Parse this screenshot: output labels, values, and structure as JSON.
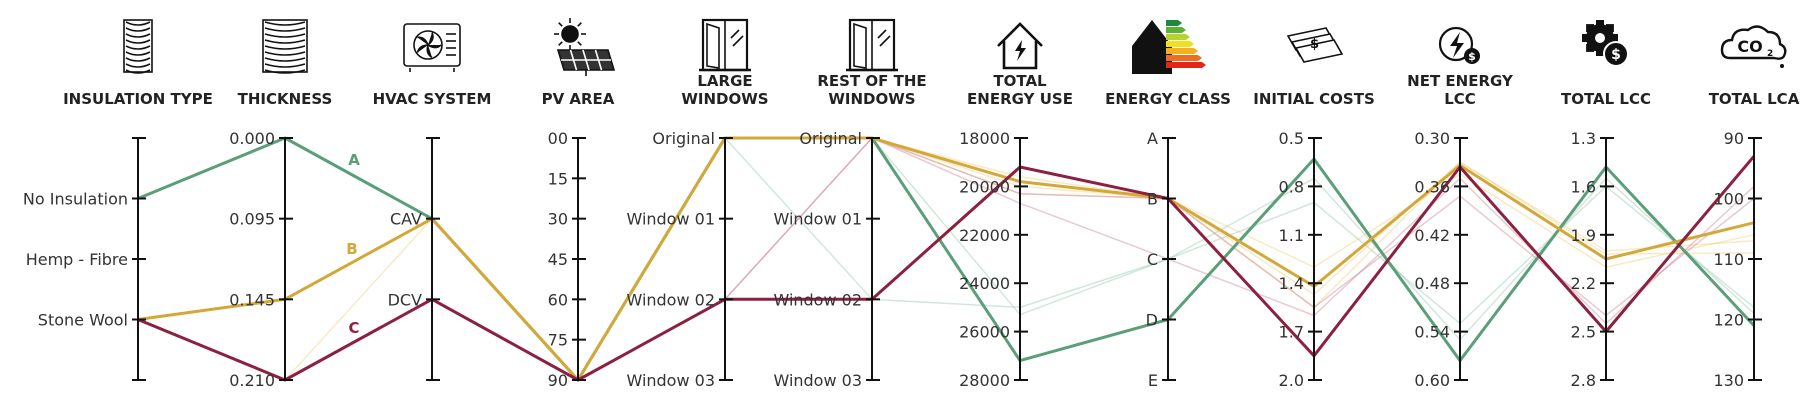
{
  "chart_data": {
    "type": "parallel-coordinates",
    "axes": [
      {
        "key": "insulation",
        "title": [
          "INSULATION TYPE"
        ],
        "icon": "insulation-type-icon",
        "kind": "categorical",
        "ticks": [
          "",
          "No Insulation",
          "Hemp - Fibre",
          "Stone Wool",
          ""
        ],
        "label_side": "left"
      },
      {
        "key": "thickness",
        "title": [
          "THICKNESS"
        ],
        "icon": "insulation-thickness-icon",
        "kind": "numeric-custom",
        "ticks": [
          "0.000",
          "0.095",
          "0.145",
          "0.210"
        ],
        "tick_values": [
          0.0,
          0.095,
          0.145,
          0.21
        ],
        "label_side": "left"
      },
      {
        "key": "hvac",
        "title": [
          "HVAC SYSTEM"
        ],
        "icon": "hvac-unit-icon",
        "kind": "categorical",
        "ticks": [
          "",
          "CAV",
          "DCV",
          ""
        ],
        "label_side": "left"
      },
      {
        "key": "pv",
        "title": [
          "PV AREA"
        ],
        "icon": "solar-panel-icon",
        "kind": "numeric",
        "ticks": [
          "00",
          "15",
          "30",
          "45",
          "60",
          "75",
          "90"
        ],
        "range": [
          0,
          90
        ],
        "label_side": "left"
      },
      {
        "key": "large_windows",
        "title": [
          "LARGE",
          "WINDOWS"
        ],
        "icon": "window-icon",
        "kind": "categorical",
        "ticks": [
          "Original",
          "Window 01",
          "Window 02",
          "Window 03"
        ],
        "label_side": "left"
      },
      {
        "key": "rest_windows",
        "title": [
          "REST OF THE",
          "WINDOWS"
        ],
        "icon": "window-icon",
        "kind": "categorical",
        "ticks": [
          "Original",
          "Window 01",
          "Window 02",
          "Window 03"
        ],
        "label_side": "left"
      },
      {
        "key": "energy_use",
        "title": [
          "TOTAL",
          "ENERGY USE"
        ],
        "icon": "house-energy-icon",
        "kind": "numeric",
        "ticks": [
          "18000",
          "20000",
          "22000",
          "24000",
          "26000",
          "28000"
        ],
        "range": [
          18000,
          28000
        ],
        "label_side": "left"
      },
      {
        "key": "energy_class",
        "title": [
          "ENERGY CLASS"
        ],
        "icon": "energy-label-icon",
        "kind": "categorical",
        "ticks": [
          "A",
          "B",
          "C",
          "D",
          "E"
        ],
        "label_side": "left"
      },
      {
        "key": "initial_costs",
        "title": [
          "INITIAL COSTS"
        ],
        "icon": "money-stack-icon",
        "kind": "numeric",
        "ticks": [
          "0.5",
          "0.8",
          "1.1",
          "1.4",
          "1.7",
          "2.0"
        ],
        "range": [
          0.5,
          2.0
        ],
        "label_side": "left"
      },
      {
        "key": "net_energy_lcc",
        "title": [
          "NET ENERGY",
          "LCC"
        ],
        "icon": "energy-cost-icon",
        "kind": "numeric",
        "ticks": [
          "0.30",
          "0.36",
          "0.42",
          "0.48",
          "0.54",
          "0.60"
        ],
        "range": [
          0.3,
          0.6
        ],
        "label_side": "left"
      },
      {
        "key": "total_lcc",
        "title": [
          "TOTAL LCC"
        ],
        "icon": "gear-money-icon",
        "kind": "numeric",
        "ticks": [
          "1.3",
          "1.6",
          "1.9",
          "2.2",
          "2.5",
          "2.8"
        ],
        "range": [
          1.3,
          2.8
        ],
        "label_side": "left"
      },
      {
        "key": "total_lca",
        "title": [
          "TOTAL LCA"
        ],
        "icon": "co2-cloud-icon",
        "kind": "numeric",
        "ticks": [
          "90",
          "100",
          "110",
          "120",
          "130"
        ],
        "range": [
          90,
          130
        ],
        "label_side": "left"
      }
    ],
    "series": [
      {
        "name": "A",
        "color": "#5a9e7a",
        "width": 3,
        "opacity": 1,
        "values": {
          "insulation": 1,
          "thickness": 0.0,
          "hvac": 1,
          "pv": 90,
          "large_windows": 0,
          "rest_windows": 0,
          "energy_use": 27200,
          "energy_class": 3,
          "initial_costs": 0.63,
          "net_energy_lcc": 0.576,
          "total_lcc": 1.48,
          "total_lca": 121
        }
      },
      {
        "name": "B",
        "color": "#d4a838",
        "width": 3,
        "opacity": 1,
        "values": {
          "insulation": 3,
          "thickness": 0.145,
          "hvac": 1,
          "pv": 90,
          "large_windows": 0,
          "rest_windows": 0,
          "energy_use": 19800,
          "energy_class": 1,
          "initial_costs": 1.42,
          "net_energy_lcc": 0.334,
          "total_lcc": 2.05,
          "total_lca": 104
        }
      },
      {
        "name": "C",
        "color": "#8c2040",
        "width": 3,
        "opacity": 1,
        "values": {
          "insulation": 3,
          "thickness": 0.21,
          "hvac": 2,
          "pv": 90,
          "large_windows": 2,
          "rest_windows": 2,
          "energy_use": 19200,
          "energy_class": 1,
          "initial_costs": 1.85,
          "net_energy_lcc": 0.336,
          "total_lcc": 2.5,
          "total_lca": 93
        }
      },
      {
        "name": "",
        "color": "#e8c25a",
        "width": 1.5,
        "opacity": 0.35,
        "values": {
          "insulation": 3,
          "thickness": 0.21,
          "hvac": 1,
          "pv": 90,
          "large_windows": 0,
          "rest_windows": 0,
          "energy_use": 20300,
          "energy_class": 1,
          "initial_costs": 1.55,
          "net_energy_lcc": 0.33,
          "total_lcc": 2.0,
          "total_lca": 107
        }
      },
      {
        "name": "",
        "color": "#e8c25a",
        "width": 1.5,
        "opacity": 0.35,
        "values": {
          "insulation": 3,
          "thickness": 0.145,
          "hvac": 1,
          "pv": 90,
          "large_windows": 0,
          "rest_windows": 0,
          "energy_use": 20000,
          "energy_class": 1,
          "initial_costs": 1.3,
          "net_energy_lcc": 0.345,
          "total_lcc": 2.1,
          "total_lca": 106
        }
      },
      {
        "name": "",
        "color": "#e8c25a",
        "width": 1.5,
        "opacity": 0.35,
        "values": {
          "insulation": 3,
          "thickness": 0.145,
          "hvac": 1,
          "pv": 90,
          "large_windows": 0,
          "rest_windows": 0,
          "energy_use": 19600,
          "energy_class": 1,
          "initial_costs": 1.47,
          "net_energy_lcc": 0.33,
          "total_lcc": 2.02,
          "total_lca": 109
        }
      },
      {
        "name": "",
        "color": "#c77a90",
        "width": 1.5,
        "opacity": 0.4,
        "values": {
          "insulation": 3,
          "thickness": 0.21,
          "hvac": 2,
          "pv": 90,
          "large_windows": 2,
          "rest_windows": 0,
          "energy_use": 20300,
          "energy_class": 1,
          "initial_costs": 1.55,
          "net_energy_lcc": 0.372,
          "total_lcc": 2.4,
          "total_lca": 100
        }
      },
      {
        "name": "",
        "color": "#c77a90",
        "width": 1.5,
        "opacity": 0.4,
        "values": {
          "insulation": 3,
          "thickness": 0.21,
          "hvac": 2,
          "pv": 90,
          "large_windows": 2,
          "rest_windows": 0,
          "energy_use": 20700,
          "energy_class": 2,
          "initial_costs": 1.6,
          "net_energy_lcc": 0.35,
          "total_lcc": 2.45,
          "total_lca": 98
        }
      },
      {
        "name": "",
        "color": "#8fc4a8",
        "width": 1.5,
        "opacity": 0.4,
        "values": {
          "insulation": 1,
          "thickness": 0.0,
          "hvac": 1,
          "pv": 90,
          "large_windows": 0,
          "rest_windows": 0,
          "energy_use": 25300,
          "energy_class": 2,
          "initial_costs": 0.9,
          "net_energy_lcc": 0.53,
          "total_lcc": 1.6,
          "total_lca": 118
        }
      },
      {
        "name": "",
        "color": "#8fc4a8",
        "width": 1.5,
        "opacity": 0.4,
        "values": {
          "insulation": 1,
          "thickness": 0.0,
          "hvac": 1,
          "pv": 90,
          "large_windows": 0,
          "rest_windows": 2,
          "energy_use": 25000,
          "energy_class": 2,
          "initial_costs": 0.75,
          "net_energy_lcc": 0.55,
          "total_lcc": 1.55,
          "total_lca": 119
        }
      }
    ],
    "series_annotations": [
      {
        "text": "A",
        "series": 0
      },
      {
        "text": "B",
        "series": 1
      },
      {
        "text": "C",
        "series": 2
      }
    ],
    "window_ticks": [
      "Original",
      "Window 01",
      "Window 02",
      "Window 03"
    ]
  }
}
